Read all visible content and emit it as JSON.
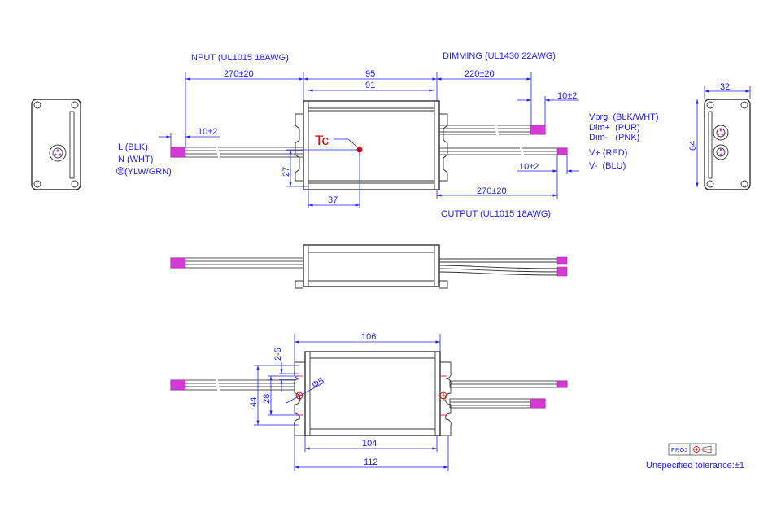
{
  "labels": {
    "input": "INPUT (UL1015 18AWG)",
    "dimming": "DIMMING (UL1430  22AWG)",
    "output": "OUTPUT (UL1015 18AWG)",
    "tc": "Tc"
  },
  "input_wires": [
    "L (BLK)",
    "N (WHT)",
    "(YLW/GRN)"
  ],
  "output_wires": [
    "Vprg  (BLK/WHT)",
    "Dim+  (PUR)",
    "Dim-   (PNK)",
    "V+ (RED)",
    "V-  (BLU)"
  ],
  "dimensions": {
    "input_length": "270±20",
    "input_strip": "10±2",
    "case_length": "95",
    "case_inner": "91",
    "dimming_length": "220±20",
    "dimming_strip": "10±2",
    "output_strip": "10±2",
    "output_length": "270±20",
    "tc_x": "37",
    "tc_y": "27",
    "end_width": "32",
    "end_height": "64",
    "mount_span": "106",
    "body_bottom": "104",
    "flange_total": "112",
    "hole_spacing_outer": "44",
    "hole_spacing_inner": "28",
    "slot": "2-5",
    "hole_dia": "Φ5"
  },
  "footer": {
    "proj": "PROJ",
    "tolerance": "Unspecified tolerance:±1"
  },
  "colors": {
    "dimension": "#2323e6",
    "tc": "#e60000",
    "wire_end": "#d63ad6"
  }
}
